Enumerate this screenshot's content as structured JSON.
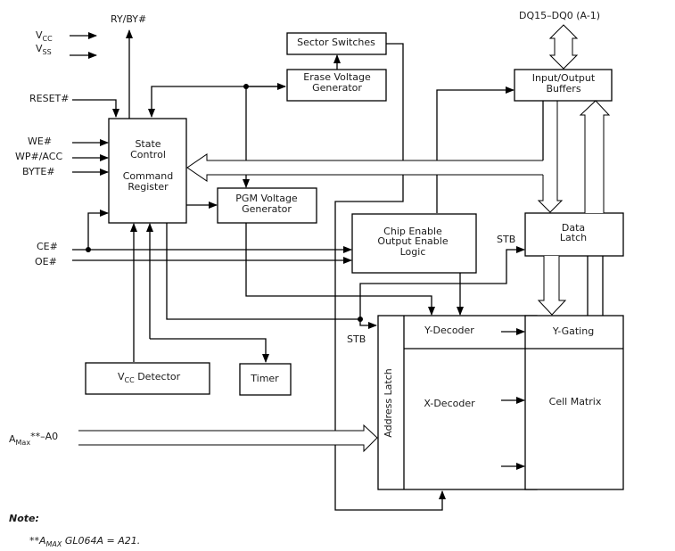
{
  "diagram": {
    "pins": {
      "vcc": {
        "main": "V",
        "sub": "CC"
      },
      "vss": {
        "main": "V",
        "sub": "SS"
      },
      "ry_by": "RY/BY#",
      "reset": "RESET#",
      "we": "WE#",
      "wp_acc": "WP#/ACC",
      "byte": "BYTE#",
      "ce": "CE#",
      "oe": "OE#",
      "dq": "DQ15–DQ0 (A-1)",
      "addr": {
        "main": "A",
        "sub": "Max",
        "suffix": "**–A0"
      }
    },
    "blocks": {
      "sector_switches": "Sector Switches",
      "erase_voltage_gen": [
        "Erase Voltage",
        "Generator"
      ],
      "io_buffers": [
        "Input/Output",
        "Buffers"
      ],
      "state_control": [
        "State",
        "Control",
        "Command",
        "Register"
      ],
      "pgm_voltage_gen": [
        "PGM Voltage",
        "Generator"
      ],
      "ce_oe_logic": [
        "Chip Enable",
        "Output Enable",
        "Logic"
      ],
      "data_latch": [
        "Data",
        "Latch"
      ],
      "y_decoder": "Y-Decoder",
      "y_gating": "Y-Gating",
      "x_decoder": "X-Decoder",
      "cell_matrix": "Cell Matrix",
      "address_latch": "Address Latch",
      "vcc_detector": {
        "main": "V",
        "sub": "CC",
        "suffix": " Detector"
      },
      "timer": "Timer"
    },
    "signals": {
      "stb_top": "STB",
      "stb_bottom": "STB"
    },
    "note": {
      "heading": "Note:",
      "prefix": "**A",
      "sub": "MAX",
      "text": " GL064A = A21."
    }
  }
}
